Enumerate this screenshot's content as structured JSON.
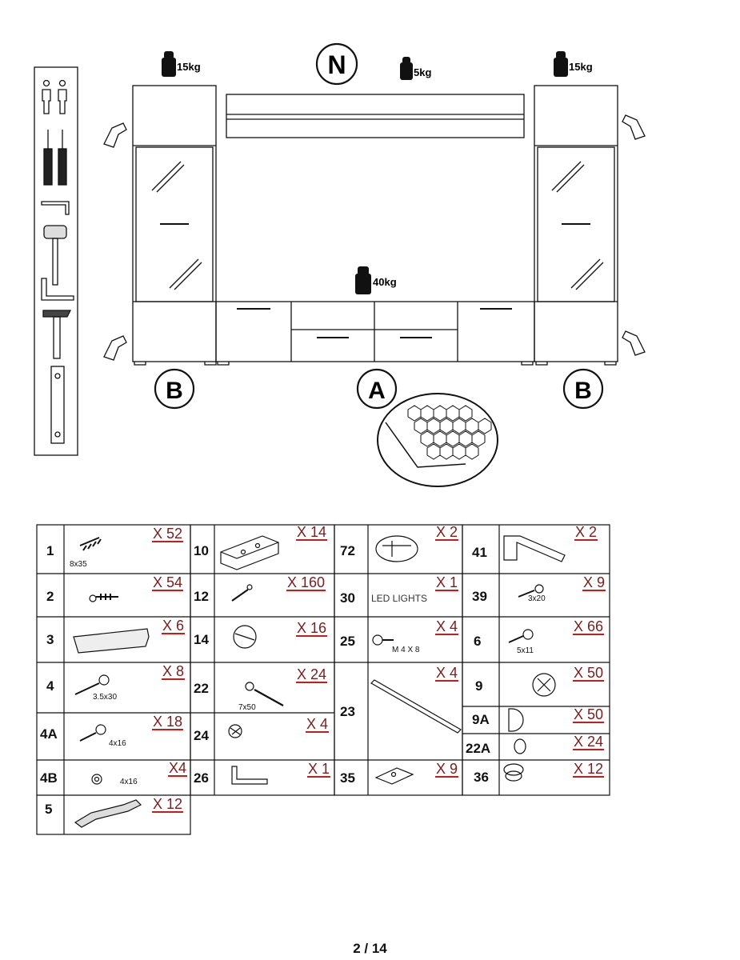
{
  "weights": {
    "top_left": "15kg",
    "top_mid": "5kg",
    "top_right": "15kg",
    "mid": "40kg"
  },
  "labels": {
    "n": "N",
    "a": "A",
    "b_left": "B",
    "b_right": "B"
  },
  "page_number": "2 / 14",
  "parts": [
    {
      "num": "1",
      "qty": "X 52",
      "size": "8x35"
    },
    {
      "num": "2",
      "qty": "X 54",
      "size": ""
    },
    {
      "num": "3",
      "qty": "X 6",
      "size": ""
    },
    {
      "num": "4",
      "qty": "X 8",
      "size": "3.5x30"
    },
    {
      "num": "4A",
      "qty": "X 18",
      "size": "4x16"
    },
    {
      "num": "4B",
      "qty": "X4",
      "size": "4x16"
    },
    {
      "num": "5",
      "qty": "X 12",
      "size": ""
    },
    {
      "num": "10",
      "qty": "X 14",
      "size": ""
    },
    {
      "num": "12",
      "qty": "X 160",
      "size": ""
    },
    {
      "num": "14",
      "qty": "X 16",
      "size": ""
    },
    {
      "num": "22",
      "qty": "X 24",
      "size": "7x50"
    },
    {
      "num": "24",
      "qty": "X 4",
      "size": ""
    },
    {
      "num": "26",
      "qty": "X 1",
      "size": ""
    },
    {
      "num": "72",
      "qty": "X 2",
      "size": ""
    },
    {
      "num": "30",
      "qty": "X 1",
      "size": "LED LIGHTS"
    },
    {
      "num": "25",
      "qty": "X 4",
      "size": "M 4 X 8"
    },
    {
      "num": "23",
      "qty": "X 4",
      "size": ""
    },
    {
      "num": "35",
      "qty": "X 9",
      "size": ""
    },
    {
      "num": "41",
      "qty": "X 2",
      "size": ""
    },
    {
      "num": "39",
      "qty": "X 9",
      "size": "3x20"
    },
    {
      "num": "6",
      "qty": "X 66",
      "size": "5x11"
    },
    {
      "num": "9",
      "qty": "X 50",
      "size": ""
    },
    {
      "num": "9A",
      "qty": "X 50",
      "size": ""
    },
    {
      "num": "22A",
      "qty": "X 24",
      "size": ""
    },
    {
      "num": "36",
      "qty": "X 12",
      "size": ""
    }
  ]
}
